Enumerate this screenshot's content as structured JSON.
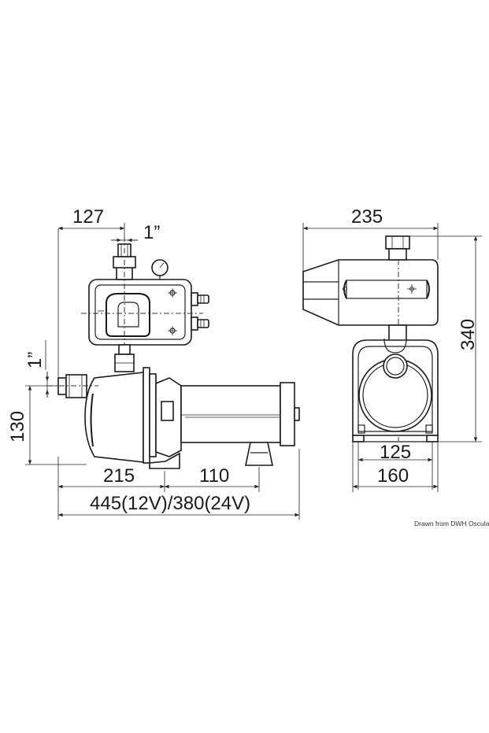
{
  "dimensions": {
    "side_top_width": "127",
    "inlet_size_top": "1”",
    "inlet_size_left": "1”",
    "side_height": "130",
    "side_base_left": "215",
    "side_base_right": "110",
    "side_total_length": "445(12V)/380(24V)",
    "front_width": "235",
    "front_height": "340",
    "front_feet_spacing": "125",
    "front_base_width": "160"
  },
  "credit": "Drawn from DWH Osculati Srl",
  "colors": {
    "line": "#1a1a1a",
    "background": "#ffffff"
  }
}
